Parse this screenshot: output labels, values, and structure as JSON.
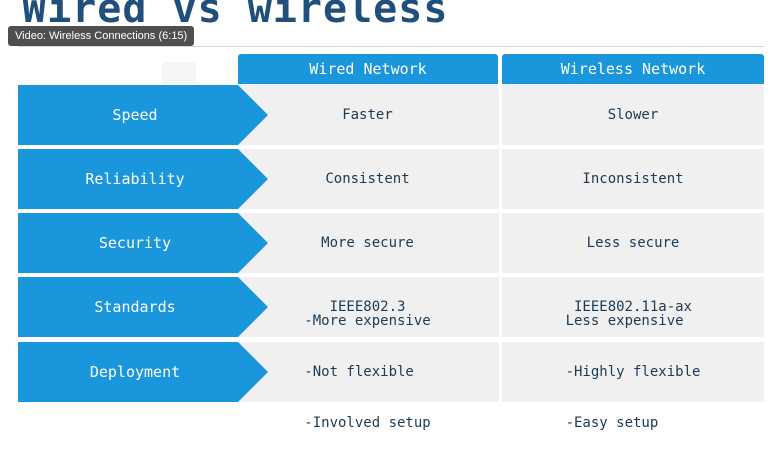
{
  "title": "Wired vs wireless",
  "video_tag": "Video: Wireless Connections (6:15)",
  "columns": [
    "Wired Network",
    "Wireless Network"
  ],
  "rows": [
    {
      "label": "Speed",
      "wired": "Faster",
      "wireless": "Slower"
    },
    {
      "label": "Reliability",
      "wired": "Consistent",
      "wireless": "Inconsistent"
    },
    {
      "label": "Security",
      "wired": "More secure",
      "wireless": "Less secure"
    },
    {
      "label": "Standards",
      "wired": "IEEE802.3",
      "wireless": "IEEE802.11a-ax"
    },
    {
      "label": "Deployment",
      "wired_lines": [
        "-More expensive",
        "-Not flexible",
        "-Involved setup"
      ],
      "wireless_lines": [
        "Less expensive",
        "-Highly flexible",
        "-Easy setup"
      ]
    }
  ]
}
